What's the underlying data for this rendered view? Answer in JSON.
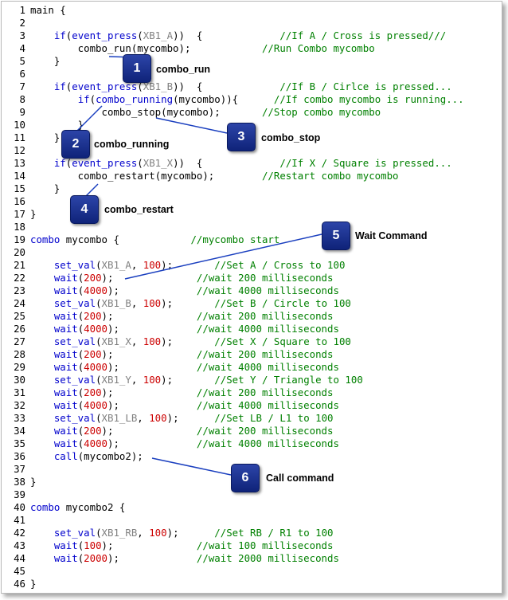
{
  "code_lines": [
    [
      [
        "main {",
        "t"
      ]
    ],
    [
      [
        "",
        "t"
      ]
    ],
    [
      [
        "    ",
        "t"
      ],
      [
        "if",
        "k"
      ],
      [
        "(",
        "t"
      ],
      [
        "event_press",
        "k"
      ],
      [
        "(",
        "t"
      ],
      [
        "XB1_A",
        "m"
      ],
      [
        "))  {             ",
        "t"
      ],
      [
        "//If A / Cross is pressed///",
        "c"
      ]
    ],
    [
      [
        "        combo_run(mycombo);            ",
        "t"
      ],
      [
        "//Run Combo mycombo",
        "c"
      ]
    ],
    [
      [
        "    }",
        "t"
      ]
    ],
    [
      [
        "",
        "t"
      ]
    ],
    [
      [
        "    ",
        "t"
      ],
      [
        "if",
        "k"
      ],
      [
        "(",
        "t"
      ],
      [
        "event_press",
        "k"
      ],
      [
        "(",
        "t"
      ],
      [
        "XB1_B",
        "m"
      ],
      [
        "))  {             ",
        "t"
      ],
      [
        "//If B / Cirlce is pressed...",
        "c"
      ]
    ],
    [
      [
        "        ",
        "t"
      ],
      [
        "if",
        "k"
      ],
      [
        "(",
        "t"
      ],
      [
        "combo_running",
        "k"
      ],
      [
        "(mycombo)){      ",
        "t"
      ],
      [
        "//If combo mycombo is running...",
        "c"
      ]
    ],
    [
      [
        "            combo_stop(mycombo);       ",
        "t"
      ],
      [
        "//Stop combo mycombo",
        "c"
      ]
    ],
    [
      [
        "        }",
        "t"
      ]
    ],
    [
      [
        "    }",
        "t"
      ]
    ],
    [
      [
        "",
        "t"
      ]
    ],
    [
      [
        "    ",
        "t"
      ],
      [
        "if",
        "k"
      ],
      [
        "(",
        "t"
      ],
      [
        "event_press",
        "k"
      ],
      [
        "(",
        "t"
      ],
      [
        "XB1_X",
        "m"
      ],
      [
        "))  {             ",
        "t"
      ],
      [
        "//If X / Square is pressed...",
        "c"
      ]
    ],
    [
      [
        "        combo_restart(mycombo);        ",
        "t"
      ],
      [
        "//Restart combo mycombo",
        "c"
      ]
    ],
    [
      [
        "    }",
        "t"
      ]
    ],
    [
      [
        "",
        "t"
      ]
    ],
    [
      [
        "}",
        "t"
      ]
    ],
    [
      [
        "",
        "t"
      ]
    ],
    [
      [
        "combo",
        "k"
      ],
      [
        " mycombo {            ",
        "t"
      ],
      [
        "//mycombo start",
        "c"
      ]
    ],
    [
      [
        "",
        "t"
      ]
    ],
    [
      [
        "    ",
        "t"
      ],
      [
        "set_val",
        "k"
      ],
      [
        "(",
        "t"
      ],
      [
        "XB1_A",
        "m"
      ],
      [
        ", ",
        "t"
      ],
      [
        "100",
        "n"
      ],
      [
        ");       ",
        "t"
      ],
      [
        "//Set A / Cross to 100",
        "c"
      ]
    ],
    [
      [
        "    ",
        "t"
      ],
      [
        "wait",
        "k"
      ],
      [
        "(",
        "t"
      ],
      [
        "200",
        "n"
      ],
      [
        ");              ",
        "t"
      ],
      [
        "//wait 200 milliseconds",
        "c"
      ]
    ],
    [
      [
        "    ",
        "t"
      ],
      [
        "wait",
        "k"
      ],
      [
        "(",
        "t"
      ],
      [
        "4000",
        "n"
      ],
      [
        ");             ",
        "t"
      ],
      [
        "//wait 4000 milliseconds",
        "c"
      ]
    ],
    [
      [
        "    ",
        "t"
      ],
      [
        "set_val",
        "k"
      ],
      [
        "(",
        "t"
      ],
      [
        "XB1_B",
        "m"
      ],
      [
        ", ",
        "t"
      ],
      [
        "100",
        "n"
      ],
      [
        ");       ",
        "t"
      ],
      [
        "//Set B / Circle to 100",
        "c"
      ]
    ],
    [
      [
        "    ",
        "t"
      ],
      [
        "wait",
        "k"
      ],
      [
        "(",
        "t"
      ],
      [
        "200",
        "n"
      ],
      [
        ");              ",
        "t"
      ],
      [
        "//wait 200 milliseconds",
        "c"
      ]
    ],
    [
      [
        "    ",
        "t"
      ],
      [
        "wait",
        "k"
      ],
      [
        "(",
        "t"
      ],
      [
        "4000",
        "n"
      ],
      [
        ");             ",
        "t"
      ],
      [
        "//wait 4000 milliseconds",
        "c"
      ]
    ],
    [
      [
        "    ",
        "t"
      ],
      [
        "set_val",
        "k"
      ],
      [
        "(",
        "t"
      ],
      [
        "XB1_X",
        "m"
      ],
      [
        ", ",
        "t"
      ],
      [
        "100",
        "n"
      ],
      [
        ");       ",
        "t"
      ],
      [
        "//Set X / Square to 100",
        "c"
      ]
    ],
    [
      [
        "    ",
        "t"
      ],
      [
        "wait",
        "k"
      ],
      [
        "(",
        "t"
      ],
      [
        "200",
        "n"
      ],
      [
        ");              ",
        "t"
      ],
      [
        "//wait 200 milliseconds",
        "c"
      ]
    ],
    [
      [
        "    ",
        "t"
      ],
      [
        "wait",
        "k"
      ],
      [
        "(",
        "t"
      ],
      [
        "4000",
        "n"
      ],
      [
        ");             ",
        "t"
      ],
      [
        "//wait 4000 milliseconds",
        "c"
      ]
    ],
    [
      [
        "    ",
        "t"
      ],
      [
        "set_val",
        "k"
      ],
      [
        "(",
        "t"
      ],
      [
        "XB1_Y",
        "m"
      ],
      [
        ", ",
        "t"
      ],
      [
        "100",
        "n"
      ],
      [
        ");       ",
        "t"
      ],
      [
        "//Set Y / Triangle to 100",
        "c"
      ]
    ],
    [
      [
        "    ",
        "t"
      ],
      [
        "wait",
        "k"
      ],
      [
        "(",
        "t"
      ],
      [
        "200",
        "n"
      ],
      [
        ");              ",
        "t"
      ],
      [
        "//wait 200 milliseconds",
        "c"
      ]
    ],
    [
      [
        "    ",
        "t"
      ],
      [
        "wait",
        "k"
      ],
      [
        "(",
        "t"
      ],
      [
        "4000",
        "n"
      ],
      [
        ");             ",
        "t"
      ],
      [
        "//wait 4000 milliseconds",
        "c"
      ]
    ],
    [
      [
        "    ",
        "t"
      ],
      [
        "set_val",
        "k"
      ],
      [
        "(",
        "t"
      ],
      [
        "XB1_LB",
        "m"
      ],
      [
        ", ",
        "t"
      ],
      [
        "100",
        "n"
      ],
      [
        ");      ",
        "t"
      ],
      [
        "//Set LB / L1 to 100",
        "c"
      ]
    ],
    [
      [
        "    ",
        "t"
      ],
      [
        "wait",
        "k"
      ],
      [
        "(",
        "t"
      ],
      [
        "200",
        "n"
      ],
      [
        ");              ",
        "t"
      ],
      [
        "//wait 200 milliseconds",
        "c"
      ]
    ],
    [
      [
        "    ",
        "t"
      ],
      [
        "wait",
        "k"
      ],
      [
        "(",
        "t"
      ],
      [
        "4000",
        "n"
      ],
      [
        ");             ",
        "t"
      ],
      [
        "//wait 4000 milliseconds",
        "c"
      ]
    ],
    [
      [
        "    ",
        "t"
      ],
      [
        "call",
        "k"
      ],
      [
        "(mycombo2);",
        "t"
      ]
    ],
    [
      [
        "",
        "t"
      ]
    ],
    [
      [
        "}",
        "t"
      ]
    ],
    [
      [
        "",
        "t"
      ]
    ],
    [
      [
        "combo",
        "k"
      ],
      [
        " mycombo2 {",
        "t"
      ]
    ],
    [
      [
        "",
        "t"
      ]
    ],
    [
      [
        "    ",
        "t"
      ],
      [
        "set_val",
        "k"
      ],
      [
        "(",
        "t"
      ],
      [
        "XB1_RB",
        "m"
      ],
      [
        ", ",
        "t"
      ],
      [
        "100",
        "n"
      ],
      [
        ");      ",
        "t"
      ],
      [
        "//Set RB / R1 to 100",
        "c"
      ]
    ],
    [
      [
        "    ",
        "t"
      ],
      [
        "wait",
        "k"
      ],
      [
        "(",
        "t"
      ],
      [
        "100",
        "n"
      ],
      [
        ");              ",
        "t"
      ],
      [
        "//wait 100 milliseconds",
        "c"
      ]
    ],
    [
      [
        "    ",
        "t"
      ],
      [
        "wait",
        "k"
      ],
      [
        "(",
        "t"
      ],
      [
        "2000",
        "n"
      ],
      [
        ");             ",
        "t"
      ],
      [
        "//wait 2000 milliseconds",
        "c"
      ]
    ],
    [
      [
        "",
        "t"
      ]
    ],
    [
      [
        "}",
        "t"
      ]
    ]
  ],
  "callouts": [
    {
      "num": "1",
      "label": "combo_run"
    },
    {
      "num": "2",
      "label": "combo_running"
    },
    {
      "num": "3",
      "label": "combo_stop"
    },
    {
      "num": "4",
      "label": "combo_restart"
    },
    {
      "num": "5",
      "label": "Wait Command"
    },
    {
      "num": "6",
      "label": "Call command"
    }
  ],
  "colors": {
    "keyword": "#0000cc",
    "macro": "#808080",
    "number": "#cc0000",
    "comment": "#008000",
    "badge": "#1a2f8f",
    "leader_line": "#1a3fbf"
  }
}
